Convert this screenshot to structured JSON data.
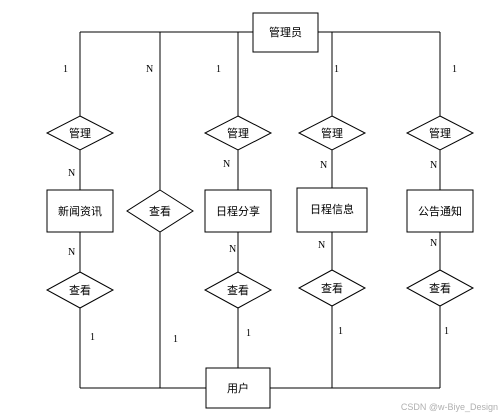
{
  "entities": {
    "admin": "管理员",
    "news": "新闻资讯",
    "schedule_share": "日程分享",
    "schedule_info": "日程信息",
    "notice": "公告通知",
    "user": "用户"
  },
  "relationships": {
    "manage_news": "管理",
    "manage_share": "管理",
    "manage_info": "管理",
    "manage_notice": "管理",
    "view_user": "查看",
    "view_news": "查看",
    "view_share": "查看",
    "view_info": "查看",
    "view_notice": "查看"
  },
  "cardinalities": {
    "admin_news": "1",
    "news_manage": "N",
    "admin_user": "N",
    "admin_share": "1",
    "share_manage": "N",
    "admin_info": "1",
    "info_manage": "N",
    "admin_notice": "1",
    "notice_manage": "N",
    "news_view": "N",
    "user_news": "1",
    "user_view": "1",
    "share_view": "N",
    "user_share": "1",
    "info_view": "N",
    "user_info": "1",
    "notice_view": "N",
    "user_notice": "1"
  },
  "watermark": "CSDN @w-Biye_Design"
}
